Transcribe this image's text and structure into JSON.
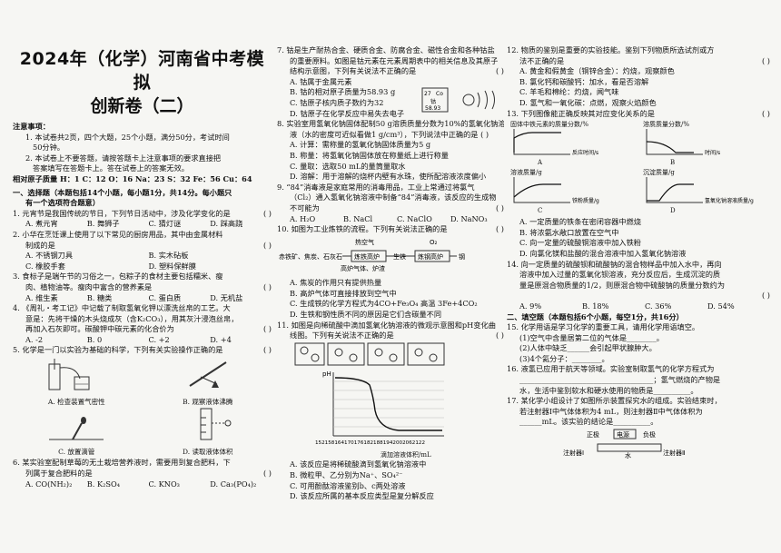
{
  "header": {
    "title": "2024年（化学）河南省中考模拟",
    "subtitle": "创新卷（二）"
  },
  "notice": {
    "heading": "注意事项：",
    "items": [
      "1. 本试卷共2页，四个大题，25个小题，满分50分，考试时间",
      "50分钟。",
      "2. 本试卷上不要答题，请按答题卡上注意事项的要求直接把",
      "答案填写在答题卡上。答在试卷上的答案无效。"
    ],
    "atomic_mass": "相对原子质量 H：1  C：12  O：16  Na：23  S：32  Fe：56  Cu：64"
  },
  "section1": {
    "heading": "一、选择题（本题包括14个小题，每小题1分，共14分。每小题只",
    "heading2": "有一个选项符合题意）"
  },
  "col1_questions": [
    {
      "lines": [
        "1. 元宵节是我国传统的节日，下列节日活动中，涉及化学变化的是"
      ],
      "paren": "(      )",
      "opts": [
        "A. 煮元宵",
        "B. 舞狮子",
        "C. 猜灯谜",
        "D. 踩高跷"
      ]
    },
    {
      "lines": [
        "2. 小华在烹饪课上使用了以下常见的厨房用品，其中由金属材料",
        "制成的是"
      ],
      "paren": "(      )",
      "opts2": [
        [
          "A. 不锈钢刀具",
          "B. 实木砧板"
        ],
        [
          "C. 橡胶手套",
          "D. 塑料保鲜膜"
        ]
      ]
    },
    {
      "lines": [
        "3. 食标子是端午节的习俗之一，包粽子的食材主要包括糯米、瘦",
        "肉、植物油等。瘦肉中富含的营养素是"
      ],
      "paren": "(      )",
      "opts": [
        "A. 维生素",
        "B. 糖类",
        "C. 蛋白质",
        "D. 无机盐"
      ]
    },
    {
      "lines": [
        "4. 《周礼・考工记》中记载了制取氢氧化钾以漂洗丝帛的工艺。大",
        "意是：先将干燥的木头烧成灰（含K₂CO₃），用其灰汁浸泡丝帛，",
        "再加入石灰即可。碳酸钾中碳元素的化合价为"
      ],
      "paren": "(      )",
      "opts": [
        "A. -2",
        "B. 0",
        "C. +2",
        "D. +4"
      ]
    },
    {
      "lines": [
        "5. 化学是一门以实验为基础的科学，下列有关实验操作正确的是"
      ],
      "paren": "(      )"
    }
  ],
  "q5_figs": [
    "A. 检查装置气密性",
    "B. 观察液体沸腾",
    "C. 放置滴管",
    "D. 读取液体体积"
  ],
  "q6": {
    "lines": [
      "6. 某实验室配制草莓的无土栽培营养液时，需要用到复合肥料，下",
      "列属于复合肥料的是"
    ],
    "paren": "(      )",
    "opts": [
      "A. CO(NH₂)₂",
      "B. K₂SO₄",
      "C. KNO₃",
      "D. Ca₃(PO₄)₂"
    ]
  },
  "col2_questions": [
    {
      "lines": [
        "7. 钴是生产耐热合金、硬质合金、防腐合金、磁性合金和各种钴盐",
        "的重要原料。如图是钴元素在元素周期表中的相关信息及其原子",
        "结构示意图，下列有关说法不正确的是"
      ],
      "paren": "(      )",
      "optlines": [
        "A. 钴属于金属元素",
        "B. 钴的相对原子质量为58.93 g",
        "C. 钴原子核内质子数约为32",
        "D. 钴原子在化学反应中易失去电子"
      ]
    },
    {
      "lines": [
        "8. 实验室用氢氧化钠固体配制50 g溶质质量分数为10%的氢氧化钠溶",
        "液（水的密度可近似看做1 g/cm³），下列说法中正确的是  (      )"
      ],
      "optlines": [
        "A. 计算：需称量的氢氧化钠固体质量为5 g",
        "B. 称量：将氢氧化钠固体放在称量纸上进行称量",
        "C. 量取：选取50 mL的量筒量取水",
        "D. 溶解：用于溶解的烧杯内壁有水珠，使所配溶液浓度偏小"
      ]
    },
    {
      "lines": [
        "9. “84”消毒液是家庭常用的消毒用品，工业上常通过将氯气",
        "（Cl₂）通入氢氧化钠溶液中制备“84”消毒液，该反应的生成物",
        "不可能为"
      ],
      "paren": "(      )",
      "opts": [
        "A. H₂O",
        "B. NaCl",
        "C. NaClO",
        "D. NaNO₃"
      ]
    },
    {
      "lines": [
        "10. 如图为工业炼铁的流程。下列有关说法正确的是"
      ],
      "paren": "(      )"
    }
  ],
  "q10_diagram": {
    "top1": "热空气",
    "top2": "O₂",
    "in": "赤铁矿、焦炭、石灰石",
    "box1": "炼铁高炉",
    "mid": "生铁",
    "box2": "炼钢高炉",
    "out": "钢",
    "bottom": "高炉气体、炉渣"
  },
  "q10_opts": [
    "A. 焦炭的作用只有提供热量",
    "B. 高炉气体可直接排放到空气中",
    "C. 生成铁的化学方程式为4CO+Fe₃O₄ 高温 3Fe+4CO₂",
    "D. 生铁和钢性质不同的原因是它们含碳量不同"
  ],
  "q11": {
    "lines": [
      "11. 如图是向稀硫酸中滴加氢氧化钠溶液的微观示意图和pH变化曲",
      "线图。下列有关说法不正确的是"
    ],
    "paren": "(      )"
  },
  "q11_chart": {
    "ylabel": "pH",
    "xlabel": "滴加溶液体积/mL",
    "ticks": "1521581641701761821881942002062122",
    "y_ticks": [
      "14",
      "12",
      "10",
      "8",
      "6",
      "4",
      "2"
    ]
  },
  "q11_opts": [
    "A. 该反应是将稀硫酸滴到氢氧化钠溶液中",
    "B. 微粒甲、乙分别为Na⁺、SO₄²⁻",
    "C. 可用酚酞溶液鉴别b、c两处溶液",
    "D. 该反应所属的基本反应类型是复分解反应"
  ],
  "col3_questions": [
    {
      "lines": [
        "12. 物质的鉴别是重要的实验技能。鉴别下列物质所选试剂或方",
        "法不正确的是"
      ],
      "paren": "(      )",
      "optlines": [
        "A. 黄金和假黄金（铜锌合金）：灼烧，观察颜色",
        "B. 氯化钙和碳酸钙：加水，看是否溶解",
        "C. 羊毛和棉纶：灼烧，闻气味",
        "D. 氢气和一氧化碳：点燃，观察火焰颜色"
      ]
    },
    {
      "lines": [
        "13. 下列图像能正确反映其对应变化关系的是"
      ],
      "paren": "(      )"
    }
  ],
  "q13_charts": [
    {
      "ylabel": "固体中铁元素的质量分数/%",
      "xlabel": "反应时间/s",
      "letter": "A"
    },
    {
      "ylabel": "溶质质量分数/%",
      "xlabel": "时间/s",
      "letter": "B"
    },
    {
      "ylabel": "溶液质量/g",
      "xlabel": "铁粉质量/g",
      "letter": "C"
    },
    {
      "ylabel": "沉淀质量/g",
      "xlabel": "氢氧化钠溶液质量/g",
      "letter": "D"
    }
  ],
  "q13_opts": [
    "A. 一定质量的铁条在密闭容器中燃烧",
    "B. 将浓氨水敞口放置在空气中",
    "C. 向一定量的硫酸铜溶液中加入铁粉",
    "D. 向氯化镁和盐酸的混合溶液中加入氢氧化钠溶液"
  ],
  "q14": {
    "lines": [
      "14. 向一定质量的硫酸钡和硫酸钠的混合物样品中加入水中，再向",
      "溶液中加入过量的氢氧化钡溶液，充分反应后，生成沉淀的质",
      "量是原混合物质量的1/2，则原混合物中硫酸钠的质量分数约为"
    ],
    "paren": "(      )",
    "opts": [
      "A. 9%",
      "B. 18%",
      "C. 36%",
      "D. 54%"
    ]
  },
  "section2": {
    "heading": "二、填空题（本题包括6个小题，每空1分，共16分）"
  },
  "col3_fill": [
    "15. 化学用语是学习化学的重要工具，请用化学用语填空。",
    "(1)空气中含量居第二位的气体是________。",
    "(2)人体中缺乏______会引起甲状腺肿大。",
    "(3)4个氦分子：________。",
    "16. 液氢已应用于航天等领域。实验室制取氢气的化学方程式为",
    "____________________________________；氢气燃烧的产物是",
    "水，生活中鉴别软水和硬水使用的物质是__________。",
    "17. 某化学小组设计了如图所示装置探究水的组成。实验结束时，",
    "若注射器Ⅰ中气体体积为4 mL，则注射器Ⅱ中气体体积为",
    "______mL。该实验的结论是__________。"
  ],
  "q17_fig": {
    "pos": "正极",
    "neg": "负极",
    "power": "电源",
    "s1": "注射器Ⅰ",
    "s2": "注射器Ⅱ",
    "water": "水"
  },
  "q7_fig": {
    "num": "27",
    "sym": "Co",
    "name": "钴",
    "mass": "58.93"
  }
}
